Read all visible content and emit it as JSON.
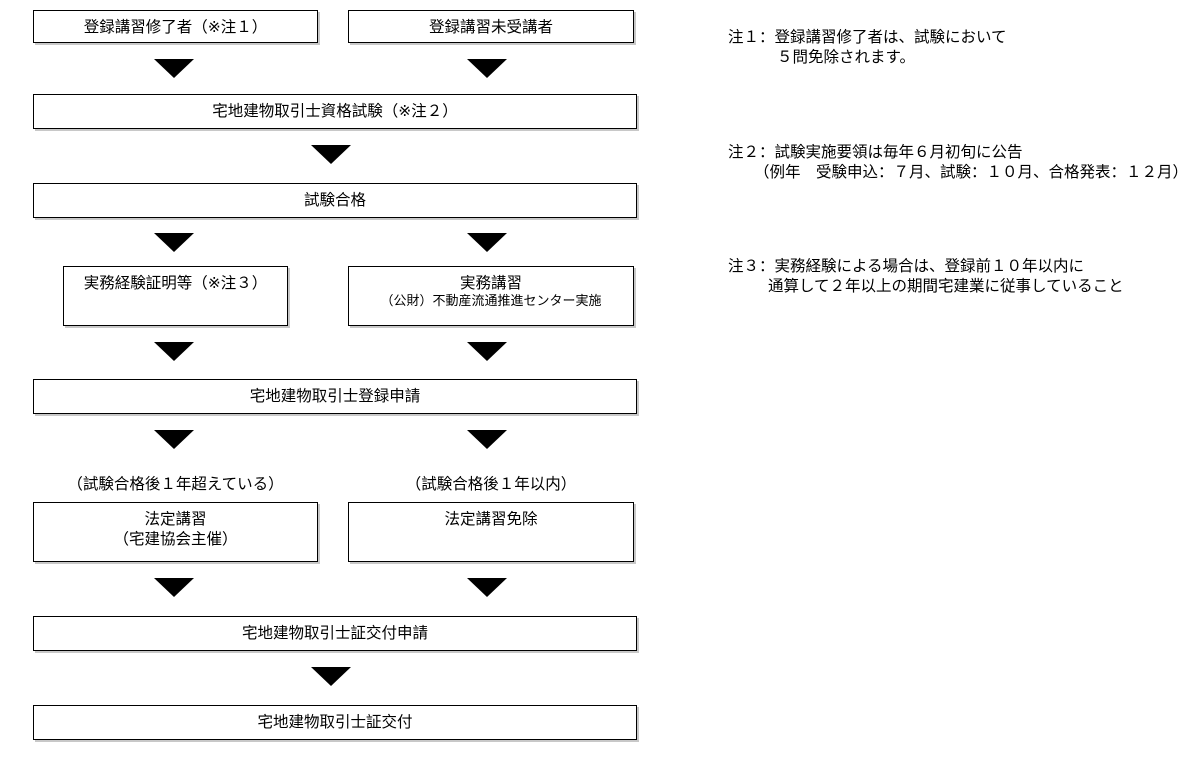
{
  "flow": {
    "top_left": "登録講習修了者（※注１）",
    "top_right": "登録講習未受講者",
    "exam": "宅地建物取引士資格試験（※注２）",
    "pass": "試験合格",
    "experience": "実務経験証明等（※注３）",
    "practical_training": "実務講習",
    "practical_training_sub": "（公財）不動産流通推進センター実施",
    "registration": "宅地建物取引士登録申請",
    "cond_left": "（試験合格後１年超えている）",
    "cond_right": "（試験合格後１年以内）",
    "legal_training": "法定講習",
    "legal_training_sub": "（宅建協会主催）",
    "legal_training_exempt": "法定講習免除",
    "card_application": "宅地建物取引士証交付申請",
    "card_issue": "宅地建物取引士証交付"
  },
  "notes": {
    "note1_line1": "注１：登録講習修了者は、試験において",
    "note1_line2": "５問免除されます。",
    "note2_line1": "注２：試験実施要領は毎年６月初旬に公告",
    "note2_line2": "（例年　受験申込：７月、試験：１０月、合格発表：１２月）",
    "note3_line1": "注３：実務経験による場合は、登録前１０年以内に",
    "note3_line2": "通算して２年以上の期間宅建業に従事していること"
  },
  "colors": {
    "border": "#000000",
    "shadow": "#c8c8c8",
    "text": "#000000",
    "background": "#ffffff"
  }
}
